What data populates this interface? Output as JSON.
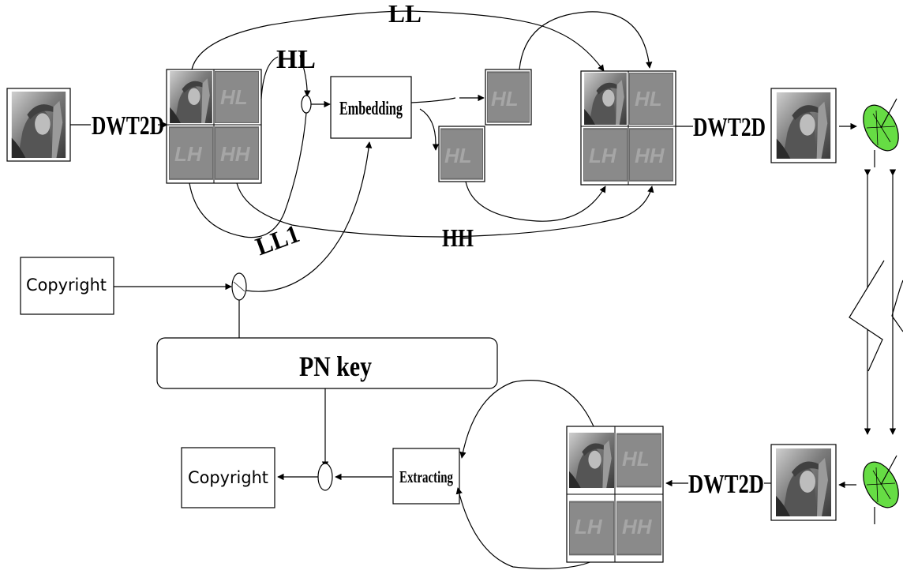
{
  "labels": {
    "dwt_top_left": "DWT2D",
    "dwt_top_right": "DWT2D",
    "dwt_bottom": "DWT2D",
    "embedding": "Embedding",
    "extracting": "Extracting",
    "pn_key": "PN key",
    "copyright_in": "Copyright",
    "copyright_out": "Copyright",
    "ll": "LL",
    "hl": "HL",
    "ll1": "LL1",
    "hh": "HH"
  },
  "subbands": {
    "hl": "HL",
    "lh": "LH",
    "hh": "HH"
  },
  "colors": {
    "subband_fill": "#8a8a8a",
    "subband_text": "#a6a6a6",
    "antenna": "#66dd44",
    "stroke": "#000000"
  }
}
